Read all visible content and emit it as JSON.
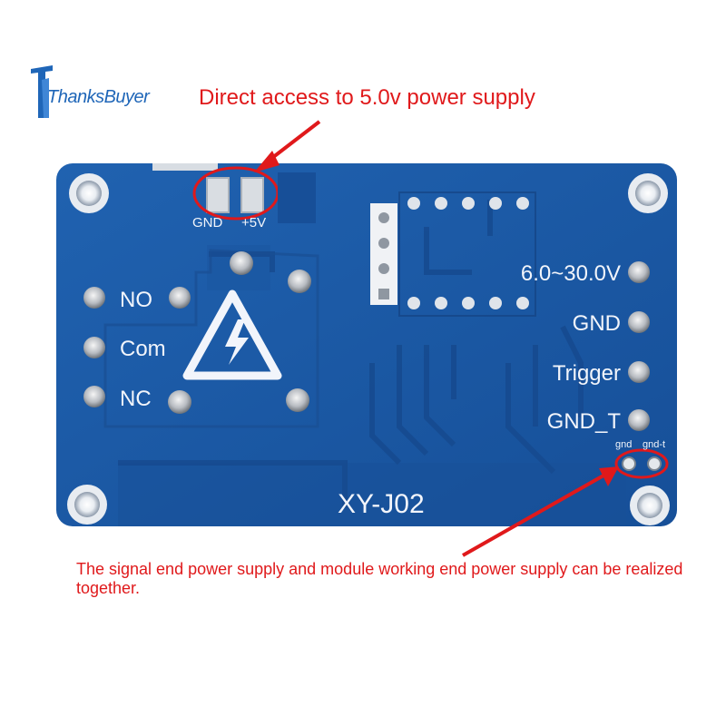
{
  "brand": {
    "logo_text": "ThanksBuyer",
    "logo_color": "#1f66b8"
  },
  "annotations": {
    "top": "Direct access to 5.0v power supply",
    "bottom": "The signal end power supply and module working end power supply can be realized together.",
    "color": "#e0191b"
  },
  "board": {
    "model": "XY-J02",
    "pcb_color": "#1c5aa8",
    "top_pads": {
      "gnd": "GND",
      "plus5v": "+5V"
    },
    "relay_terminals": [
      "NO",
      "Com",
      "NC"
    ],
    "right_terminals": [
      "6.0~30.0V",
      "GND",
      "Trigger",
      "GND_T"
    ],
    "small_pads": {
      "gnd": "gnd",
      "gnd_t": "gnd-t"
    },
    "warning_icon": "high-voltage-warning-icon"
  }
}
